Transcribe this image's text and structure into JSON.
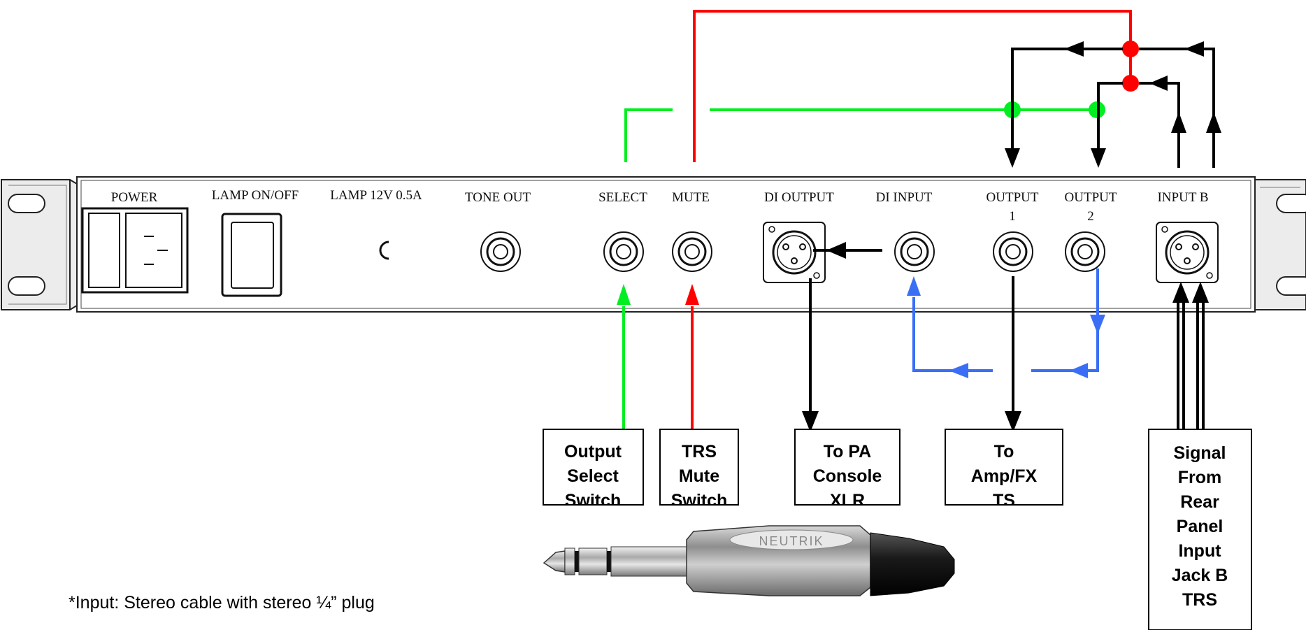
{
  "panel": {
    "labels": {
      "power": "POWER",
      "lamp_onoff": "LAMP ON/OFF",
      "lamp_spec": "LAMP 12V 0.5A",
      "tone_out": "TONE OUT",
      "select": "SELECT",
      "mute": "MUTE",
      "di_output": "DI OUTPUT",
      "di_input": "DI INPUT",
      "output1": "OUTPUT",
      "output1_num": "1",
      "output2": "OUTPUT",
      "output2_num": "2",
      "input_b": "INPUT B"
    }
  },
  "boxes": {
    "output_select": [
      "Output",
      "Select",
      "Switch"
    ],
    "trs_mute": [
      "TRS",
      "Mute",
      "Switch"
    ],
    "to_pa": [
      "To PA",
      "Console",
      "XLR"
    ],
    "to_amp": [
      "To",
      "Amp/FX",
      "TS"
    ],
    "signal": [
      "Signal",
      "From",
      "Rear",
      "Panel",
      "Input",
      "Jack B",
      "TRS"
    ]
  },
  "note": "*Input: Stereo cable with stereo ¼” plug",
  "plug_brand": "NEUTRIK",
  "colors": {
    "red": "#ff0000",
    "green": "#00ee22",
    "blue": "#3a6ff5",
    "black": "#000000"
  }
}
